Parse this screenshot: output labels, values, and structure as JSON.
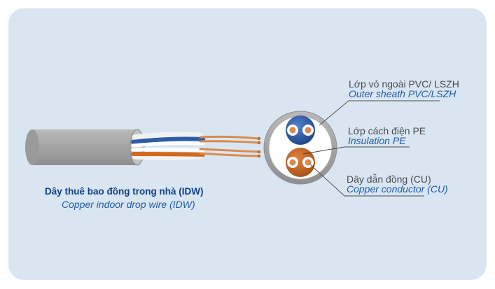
{
  "caption": {
    "vi": "Dây thuê bao đồng trong nhà (IDW)",
    "en": "Copper indoor drop wire (IDW)"
  },
  "callouts": [
    {
      "id": "outer-sheath",
      "vi": "Lớp vỏ ngoài PVC/ LSZH",
      "en": "Outer sheath PVC/LSZH"
    },
    {
      "id": "insulation",
      "vi": "Lớp cách điện PE",
      "en": "Insulation PE"
    },
    {
      "id": "conductor",
      "vi": "Dây dẫn đồng (CU)",
      "en": "Copper conductor (CU)"
    }
  ],
  "colors": {
    "panel": "#d9e6f2",
    "sheath": "#a8a8a8",
    "blue_pair": "#2e5da6",
    "orange_pair": "#d2691e",
    "copper": "#d98b4e",
    "leader": "#4a4a4a",
    "text_blue": "#1e5aa8",
    "caption_blue": "#0e3f86"
  }
}
